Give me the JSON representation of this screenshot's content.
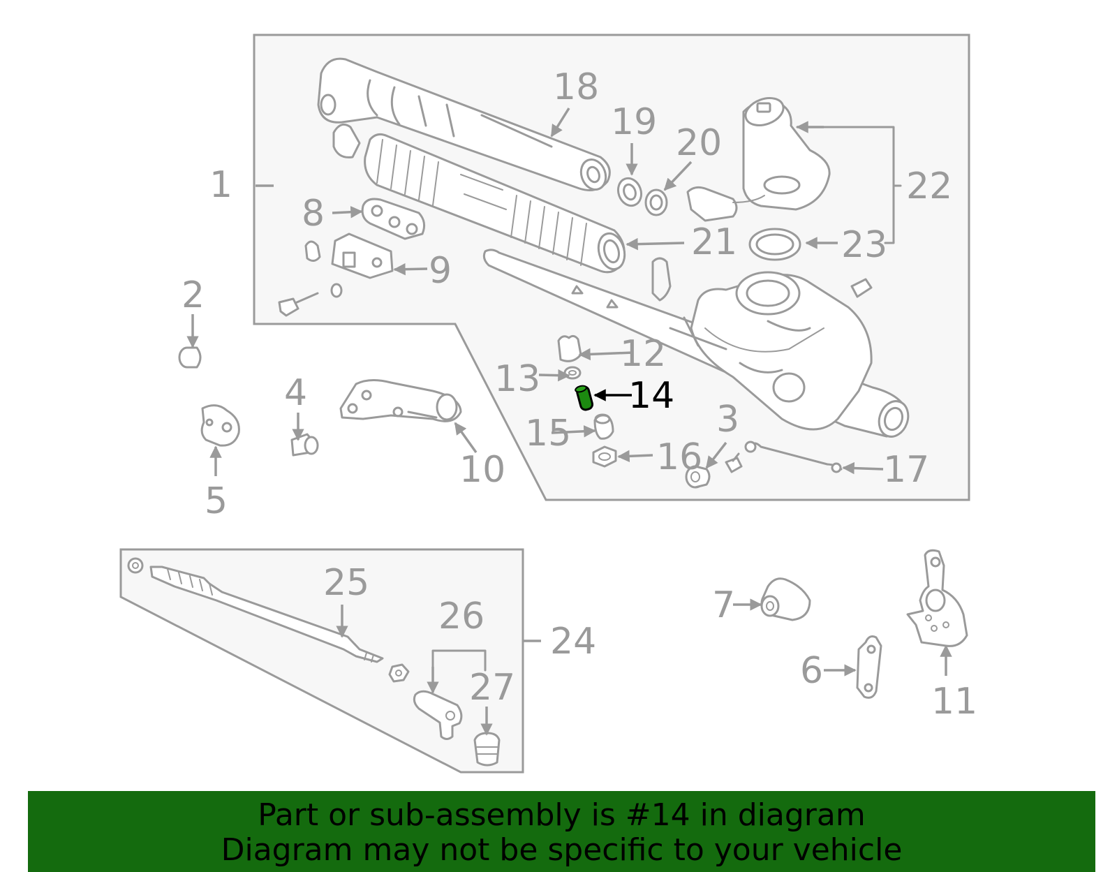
{
  "diagram": {
    "highlighted_part": "14",
    "highlight_color": "#1c8a10",
    "callouts": {
      "c1": "1",
      "c2": "2",
      "c3": "3",
      "c4": "4",
      "c5": "5",
      "c6": "6",
      "c7": "7",
      "c8": "8",
      "c9": "9",
      "c10": "10",
      "c11": "11",
      "c12": "12",
      "c13": "13",
      "c14": "14",
      "c15": "15",
      "c16": "16",
      "c17": "17",
      "c18": "18",
      "c19": "19",
      "c20": "20",
      "c21": "21",
      "c22": "22",
      "c23": "23",
      "c24": "24",
      "c25": "25",
      "c26": "26",
      "c27": "27"
    }
  },
  "banner": {
    "background": "#146b0e",
    "line1": "Part or sub-assembly is #14 in diagram",
    "line2": "Diagram may not be specific to your vehicle"
  }
}
